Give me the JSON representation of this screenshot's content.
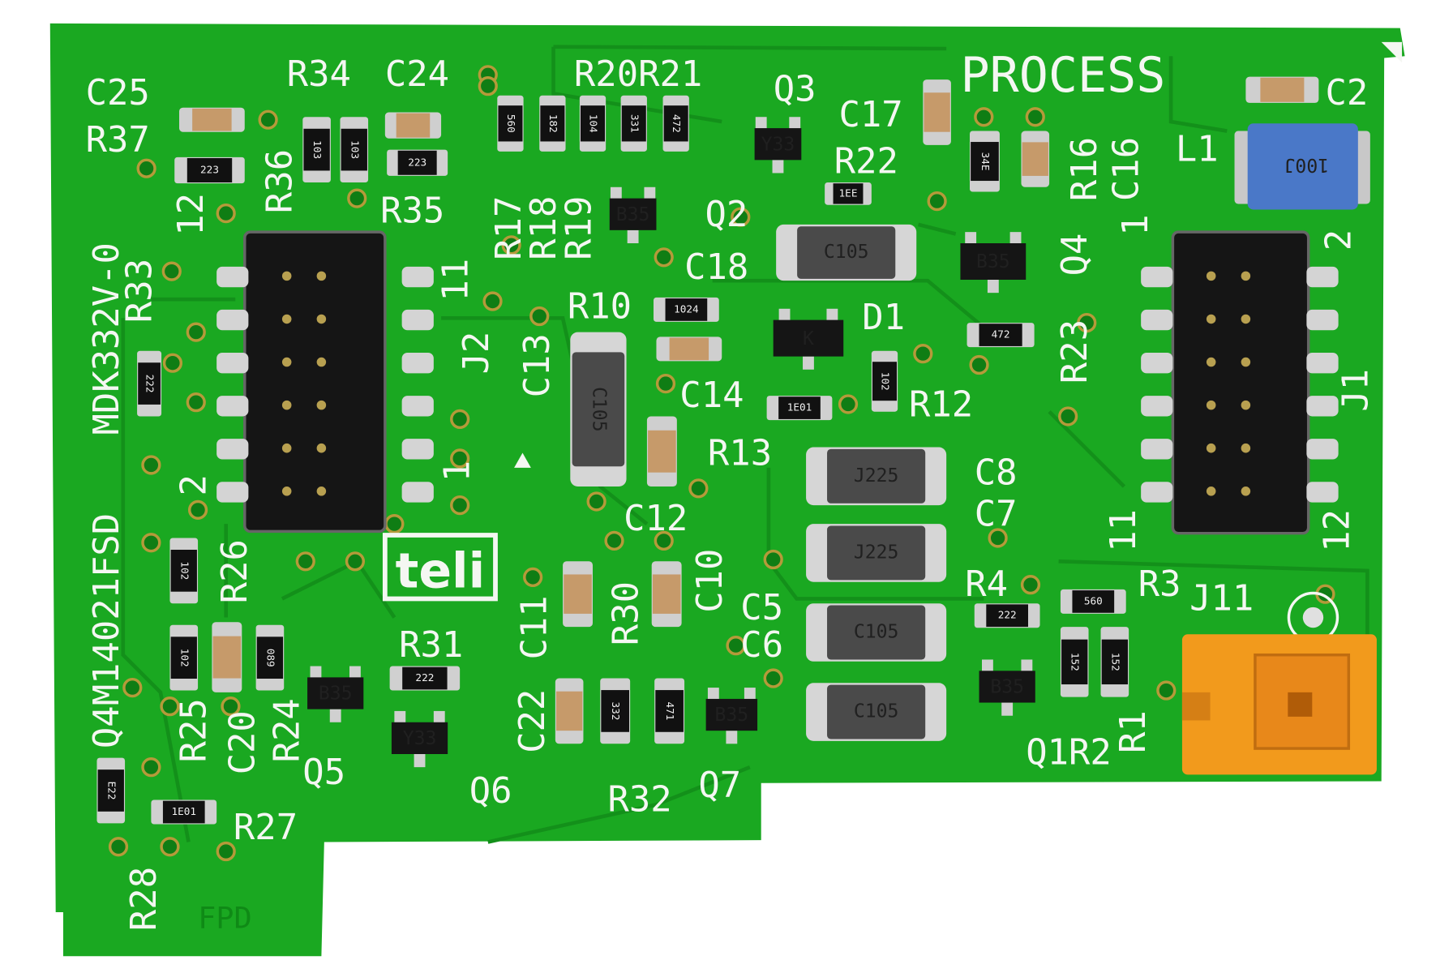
{
  "board": {
    "colors": {
      "pcb": "#1aa821",
      "trace": "#13901a",
      "silk": "#f4f7f2",
      "connector": "#151515",
      "inductor": "#4a78c8",
      "orange": "#f29a1c"
    },
    "logo_text": "teli",
    "process_label": "PROCESS",
    "part_number": "MDK332V-0",
    "serial": "Q4M14021FSD",
    "maker_mark": "FPD"
  },
  "labels": {
    "C25": "C25",
    "R37": "R37",
    "R34": "R34",
    "C24": "C24",
    "R20R21": "R20R21",
    "Q3": "Q3",
    "C17": "C17",
    "R22": "R22",
    "C2": "C2",
    "L1": "L1",
    "R36": "R36",
    "R35": "R35",
    "R17": "R17",
    "R18": "R18",
    "R19": "R19",
    "Q2": "Q2",
    "C18": "C18",
    "R16": "R16",
    "C16": "C16",
    "Q4": "Q4",
    "J1pin1": "1",
    "J1pin2": "2",
    "J2pin12": "12",
    "R33": "R33",
    "J2pin11": "11",
    "J2": "J2",
    "C13": "C13",
    "R10": "R10",
    "D1": "D1",
    "C14": "C14",
    "R12": "R12",
    "R23": "R23",
    "J1": "J1",
    "R13": "R13",
    "C8": "C8",
    "C7": "C7",
    "J2pin2": "2",
    "J2pin1": "1",
    "C12": "C12",
    "R26": "R26",
    "R4": "R4",
    "R3": "R3",
    "J11": "J11",
    "C5": "C5",
    "C6": "C6",
    "C10": "C10",
    "R30": "R30",
    "C11": "C11",
    "R31": "R31",
    "C22": "C22",
    "R25": "R25",
    "C20": "C20",
    "R24": "R24",
    "Q5": "Q5",
    "Q6": "Q6",
    "R32": "R32",
    "Q7": "Q7",
    "Q1R2": "Q1R2",
    "R1": "R1",
    "R27": "R27",
    "R28": "R28",
    "J1pin11": "11",
    "J1pin12": "12"
  },
  "markings": {
    "m103a": "103",
    "m103b": "103",
    "m223a": "223",
    "m223b": "223",
    "m560a": "560",
    "m182": "182",
    "m104": "104",
    "m331": "331",
    "m472a": "472",
    "mY33a": "Y33",
    "mB35a": "B35",
    "m1EE": "1EE",
    "mC105a": "C105",
    "mC105b": "C105",
    "mC105c": "C105",
    "mC105d": "C105",
    "mJ225a": "J225",
    "mJ225b": "J225",
    "m34E": "34E",
    "mB35b": "B35",
    "m472b": "472",
    "m100J": "100J",
    "m102a": "102",
    "m102b": "102",
    "m1024": "1024",
    "m1E01": "1E01",
    "m222a": "222",
    "m222b": "222",
    "m222c": "222",
    "m560b": "560",
    "m152a": "152",
    "m152b": "152",
    "mB35c": "B35",
    "mB35d": "B35",
    "mB35e": "B35",
    "mY33b": "Y33",
    "m332": "332",
    "m471": "471",
    "m102c": "102",
    "m089": "089",
    "m1E01b": "1E01",
    "mE22": "E22",
    "mK": "K"
  }
}
